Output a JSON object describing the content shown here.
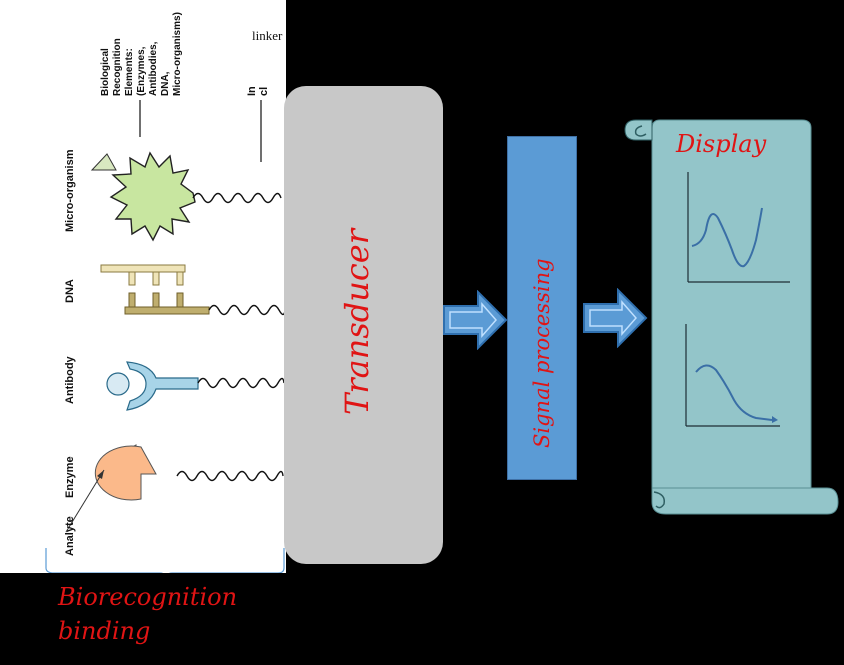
{
  "elements": {
    "micro": "Micro-organism",
    "dna": "DNA",
    "antibody": "Antibody",
    "enzyme": "Enzyme",
    "analyte": "Analyte",
    "bio_elements": "Biological\nRecognition\nElements:\n(Enzymes,\nAntibodies,\nDNA,\nMicro-organisms)",
    "in_fragment": "In\ncl",
    "linker": "linker"
  },
  "biorecognition": {
    "line1": "Biorecognition",
    "line2": "binding"
  },
  "transducer": "Transducer",
  "signal": "Signal processing",
  "display": "Display",
  "colors": {
    "transducer": "#c8c8c8",
    "signal": "#5b9bd5",
    "display": "#93c5c9",
    "accent_text": "#e01414",
    "arrow": "#5b9bd5"
  }
}
